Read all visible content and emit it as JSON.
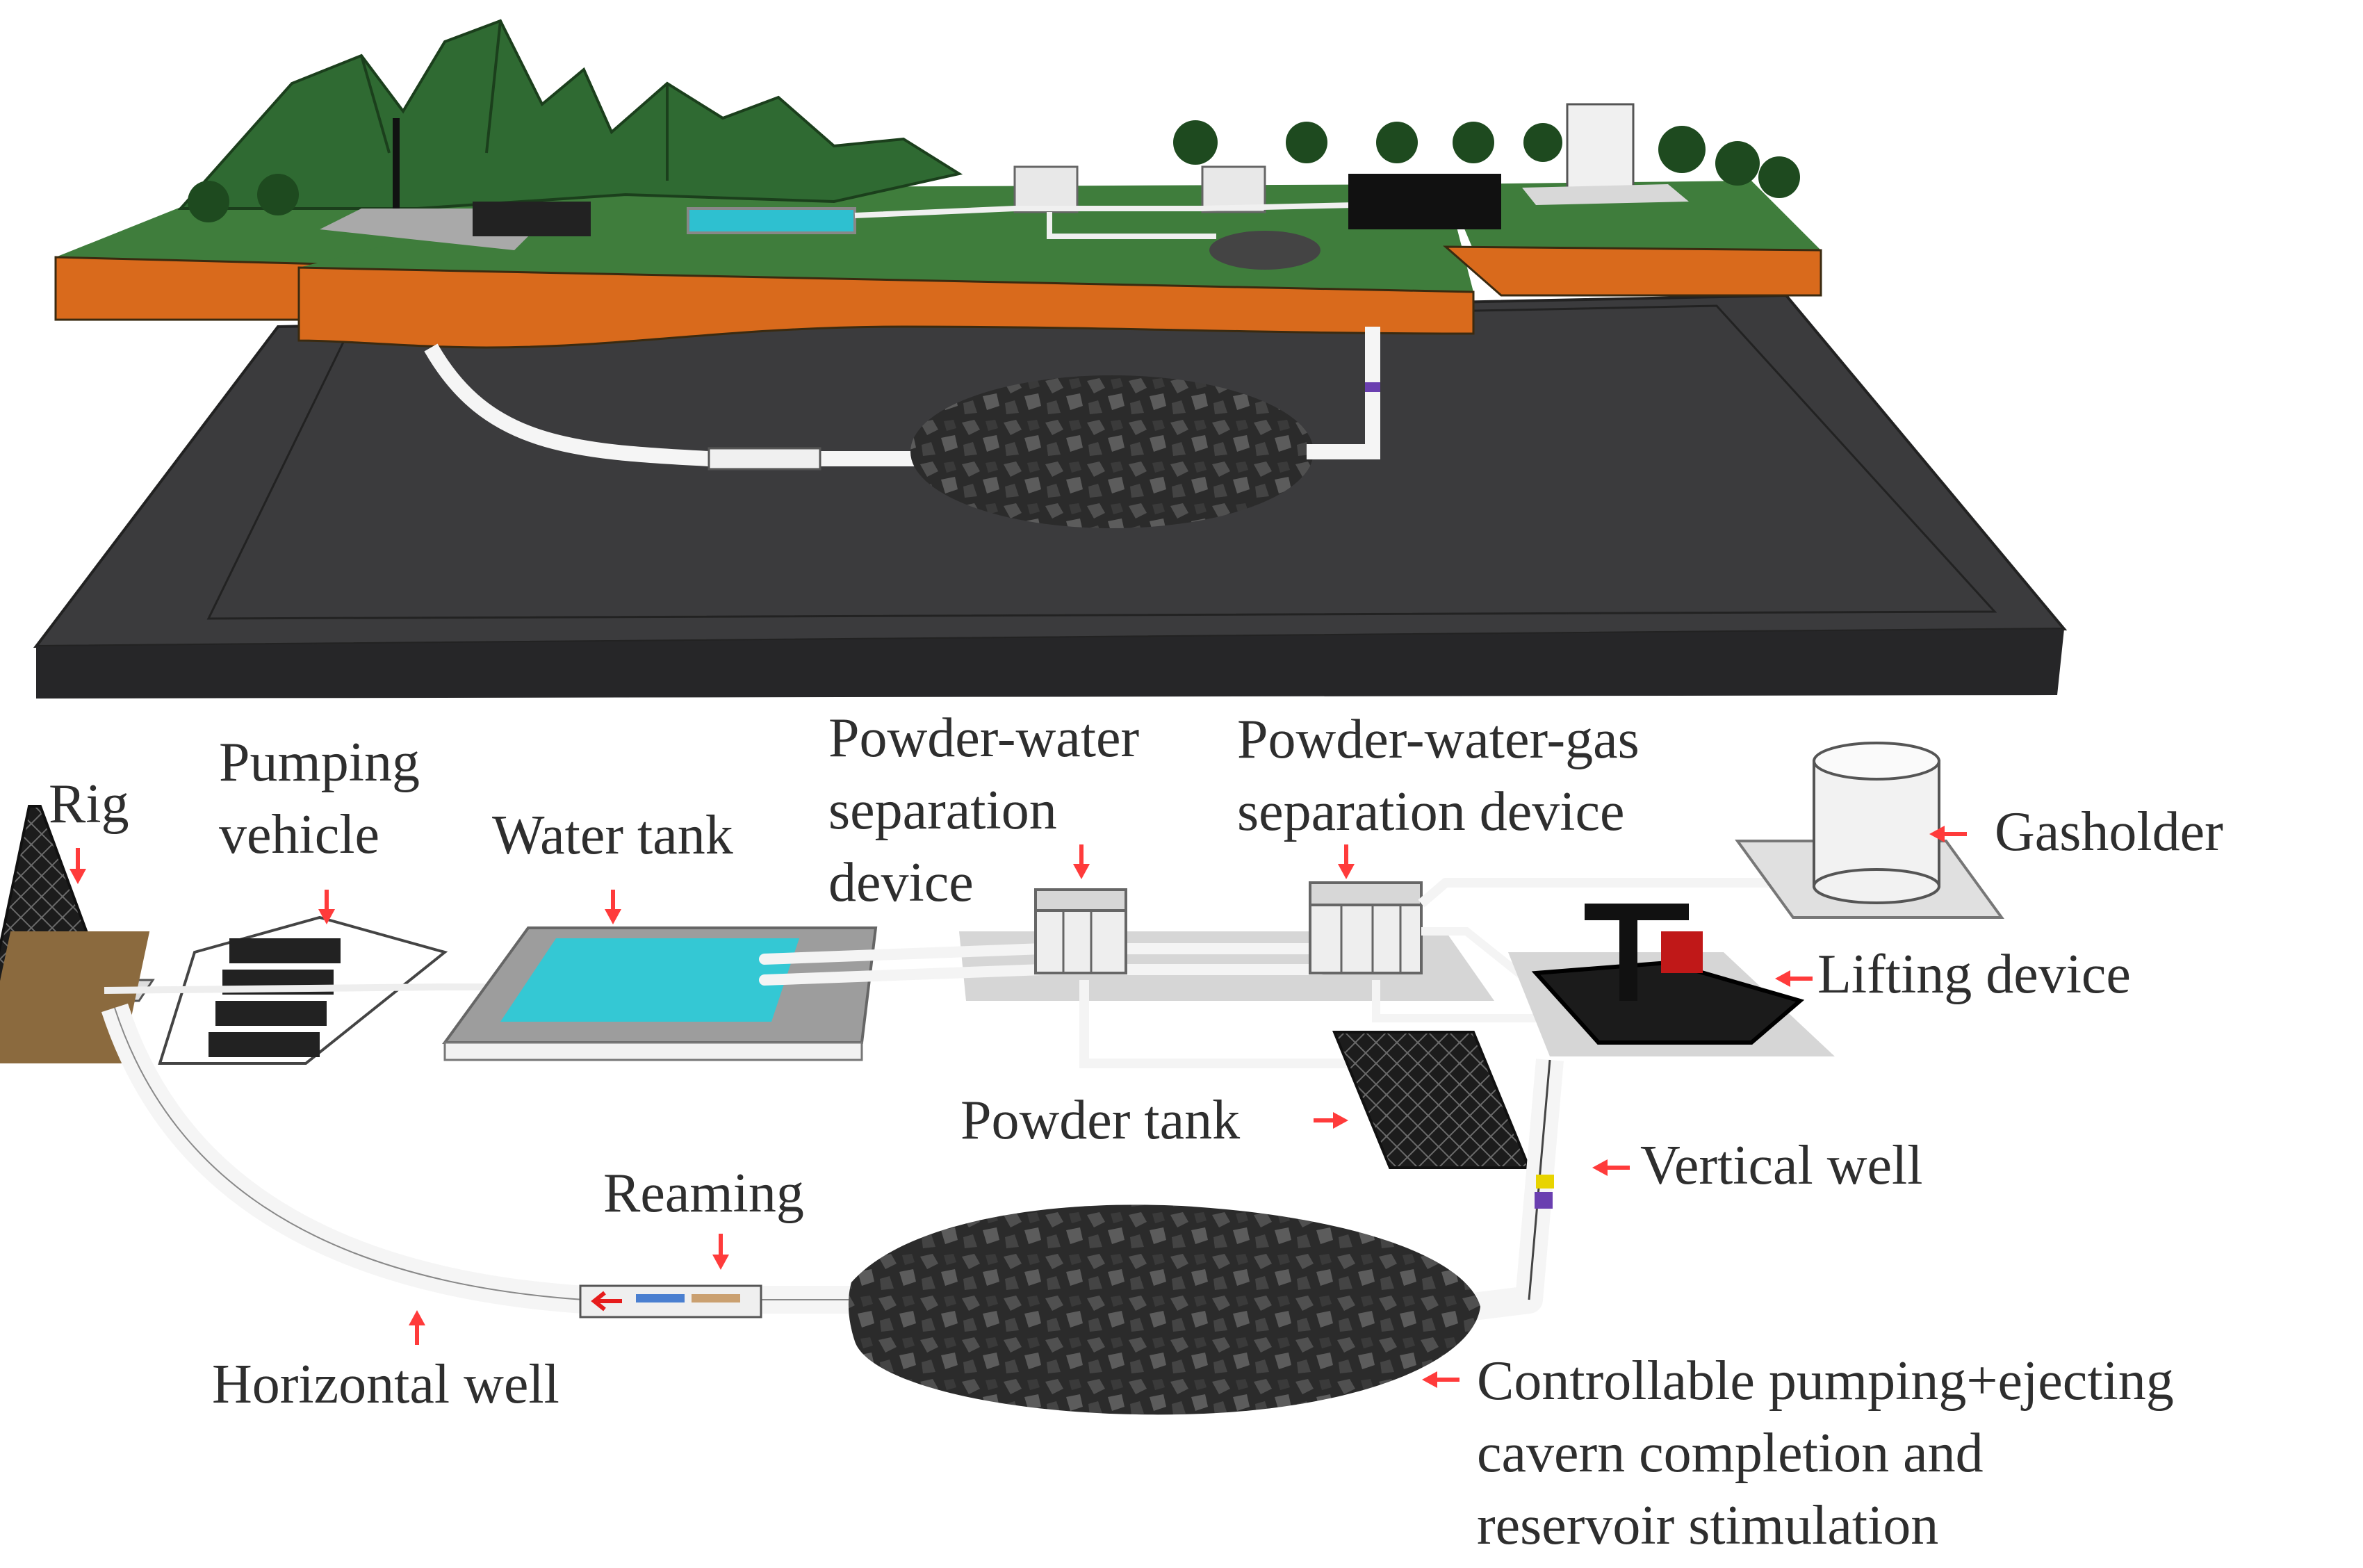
{
  "labels": {
    "rig": "Rig",
    "pumping_vehicle": [
      "Pumping",
      "vehicle"
    ],
    "water_tank": "Water tank",
    "powder_water_separation": [
      "Powder-water",
      "separation",
      "device"
    ],
    "powder_water_gas_separation": [
      "Powder-water-gas",
      "separation device"
    ],
    "gasholder": "Gasholder",
    "lifting_device": "Lifting device",
    "powder_tank": "Powder tank",
    "vertical_well": "Vertical well",
    "reaming": "Reaming",
    "horizontal_well": "Horizontal well",
    "cavern_completion": [
      "Controllable pumping+ejecting",
      "cavern completion and",
      "reservoir stimulation"
    ]
  },
  "colors": {
    "grass": "#3f7d3c",
    "soil": "#d96a1c",
    "coal_seam": "#3b3b3d",
    "water": "#34c8d4",
    "arrow": "#ff3b3b",
    "cavern": "#2a2a2a",
    "pipe": "#f2f2f2"
  }
}
